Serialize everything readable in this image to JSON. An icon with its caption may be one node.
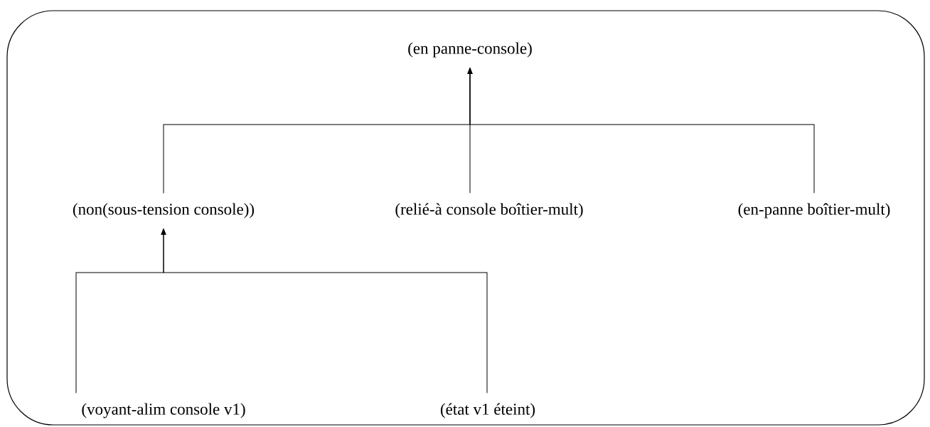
{
  "diagram": {
    "nodes": [
      {
        "text": [],
        "shape": "box"
      },
      {
        "text": [
          "(en panne-console)"
        ],
        "in": 0
      },
      {
        "text": [
          "(non(sous-tension console))"
        ],
        "in": 0
      },
      {
        "text": [
          "(relié-à console boîtier-mult)"
        ],
        "in": 0
      },
      {
        "text": [
          "(en-panne boîtier-mult)"
        ],
        "in": 0
      },
      {
        "text": [
          "(voyant-alim console v1)"
        ],
        "in": 0
      },
      {
        "text": [
          "(état v1 éteint)"
        ],
        "in": 0
      }
    ],
    "edges": [
      {
        "from": 2,
        "to": 1,
        "arrow": "to"
      },
      {
        "from": 3,
        "to": 1,
        "arrow": "to"
      },
      {
        "from": 4,
        "to": 1,
        "arrow": "to"
      },
      {
        "from": 5,
        "to": 2,
        "arrow": "to"
      },
      {
        "from": 6,
        "to": 2,
        "arrow": "to"
      }
    ]
  }
}
